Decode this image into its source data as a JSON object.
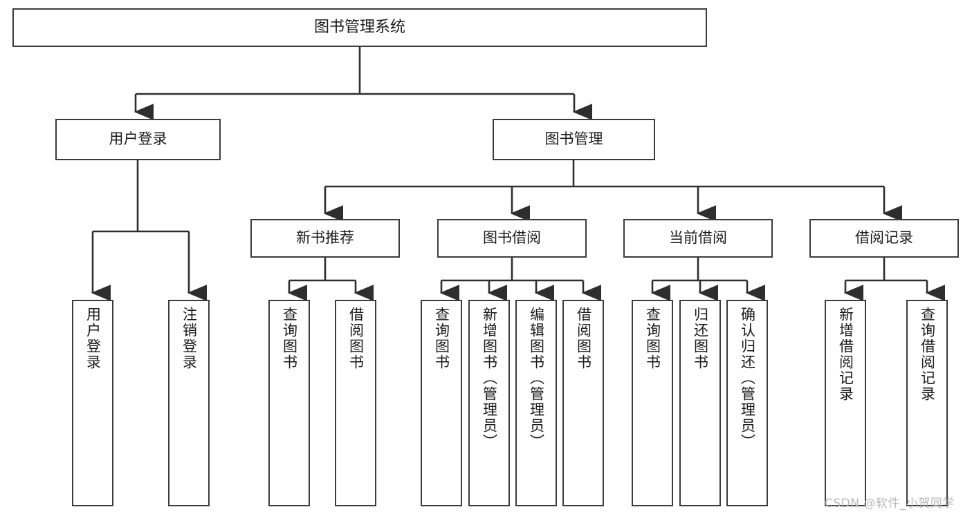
{
  "diagram": {
    "title": "图书管理系统",
    "type": "tree-hierarchy",
    "root": {
      "id": "root",
      "label": "图书管理系统"
    },
    "level1": [
      {
        "id": "user-login",
        "label": "用户登录"
      },
      {
        "id": "book-manage",
        "label": "图书管理"
      }
    ],
    "level2": [
      {
        "id": "new-book-rec",
        "label": "新书推荐",
        "parent": "book-manage"
      },
      {
        "id": "book-borrow",
        "label": "图书借阅",
        "parent": "book-manage"
      },
      {
        "id": "current-borrow",
        "label": "当前借阅",
        "parent": "book-manage"
      },
      {
        "id": "borrow-record",
        "label": "借阅记录",
        "parent": "book-manage"
      }
    ],
    "leaves": [
      {
        "id": "leaf-user-login",
        "label": "用户登录",
        "parent": "user-login"
      },
      {
        "id": "leaf-user-logout",
        "label": "注销登录",
        "parent": "user-login"
      },
      {
        "id": "leaf-query-book-1",
        "label": "查询图书",
        "parent": "new-book-rec"
      },
      {
        "id": "leaf-borrow-book-1",
        "label": "借阅图书",
        "parent": "new-book-rec"
      },
      {
        "id": "leaf-query-book-2",
        "label": "查询图书",
        "parent": "book-borrow"
      },
      {
        "id": "leaf-add-book",
        "label": "新增图书（管理员）",
        "parent": "book-borrow"
      },
      {
        "id": "leaf-edit-book",
        "label": "编辑图书（管理员）",
        "parent": "book-borrow"
      },
      {
        "id": "leaf-borrow-book-2",
        "label": "借阅图书",
        "parent": "book-borrow"
      },
      {
        "id": "leaf-query-book-3",
        "label": "查询图书",
        "parent": "current-borrow"
      },
      {
        "id": "leaf-return-book",
        "label": "归还图书",
        "parent": "current-borrow"
      },
      {
        "id": "leaf-confirm-return",
        "label": "确认归还（管理员）",
        "parent": "current-borrow"
      },
      {
        "id": "leaf-add-record",
        "label": "新增借阅记录",
        "parent": "borrow-record"
      },
      {
        "id": "leaf-query-record",
        "label": "查询借阅记录",
        "parent": "borrow-record"
      }
    ],
    "colors": {
      "stroke": "#3b3b3b",
      "fill": "#ffffff",
      "text": "#1a1a1a",
      "watermark": "#b9b9b9"
    }
  },
  "watermark": {
    "text": "CSDN @软件_小贺同学"
  }
}
